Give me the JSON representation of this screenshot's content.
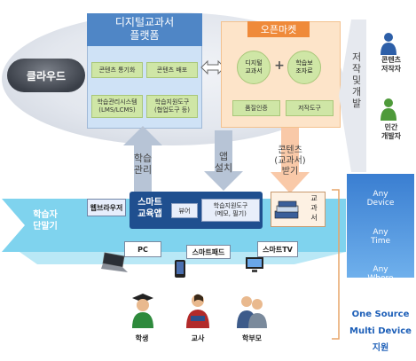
{
  "platform": {
    "title_line1": "디지털교과서",
    "title_line2": "플랫폼",
    "items": [
      "콘텐츠 통기화",
      "콘텐츠 배포",
      "학습관리시스템\n(LMS/LCMS)",
      "학습지원도구\n(협업도구 등)"
    ]
  },
  "cloud_label": "클라우드",
  "open_market": {
    "title": "오픈마켓",
    "circle1": "디지털\n교과서",
    "circle2": "학습보\n조자료",
    "plus": "+",
    "box1": "품질인증",
    "box2": "저작도구"
  },
  "authoring_vertical": "저\n작\n및\n개\n발",
  "creators": [
    {
      "label": "콘텐츠\n저작자"
    },
    {
      "label": "민간\n개발자"
    }
  ],
  "arrows": {
    "learning_management": "학습\n관리",
    "app_install": "앱\n설치",
    "content_receive": "콘텐츠\n(교과서)\n받기"
  },
  "learner_device_label": "학습자\n단말기",
  "web_browser": "웹브라우저",
  "smart_app": {
    "title": "스마트\n교육앱",
    "viewer": "뷰어",
    "tools": "학습지원도구\n(메모, 필기)"
  },
  "textbook_vertical": "교\n과\n서",
  "devices": {
    "pc": "PC",
    "smartpad": "스마트패드",
    "smarttv": "스마트TV"
  },
  "any_items": [
    "Any\nDevice",
    "Any\nTime",
    "Any\nWhere"
  ],
  "one_source": "One Source\nMulti Device\n지원",
  "users": [
    "학생",
    "교사",
    "학부모"
  ],
  "colors": {
    "platform": "#4f86c6",
    "market": "#ef8a3a",
    "green": "#cfe6a6",
    "accent": "#1d5fb8"
  }
}
